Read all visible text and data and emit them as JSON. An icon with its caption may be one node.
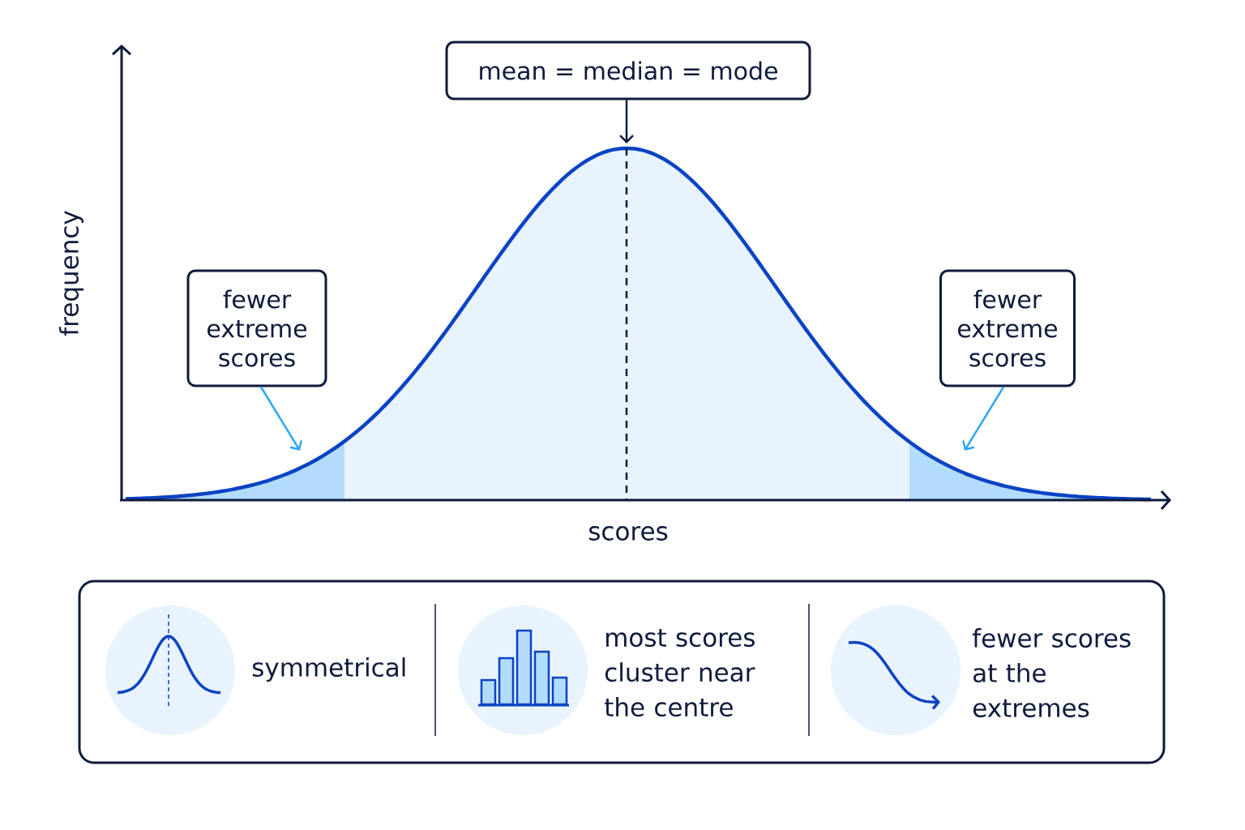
{
  "diagram": {
    "nodes": [
      {
        "text": [
          "mean = median = mode"
        ]
      },
      {
        "text": [
          "fewer extreme scores"
        ]
      },
      {
        "text": [
          "fewer extreme scores"
        ]
      }
    ],
    "edges": [
      {
        "from": 0,
        "to": null,
        "arrow": "to",
        "color": "#0f1b3d"
      },
      {
        "from": 1,
        "to": null,
        "arrow": "to",
        "color": "#2ba6f2"
      },
      {
        "from": 2,
        "to": null,
        "arrow": "to",
        "color": "#2ba6f2"
      }
    ],
    "labels": [
      "frequency",
      "scores",
      "symmetrical",
      "most scores cluster near the centre",
      "fewer scores at the extremes"
    ]
  }
}
